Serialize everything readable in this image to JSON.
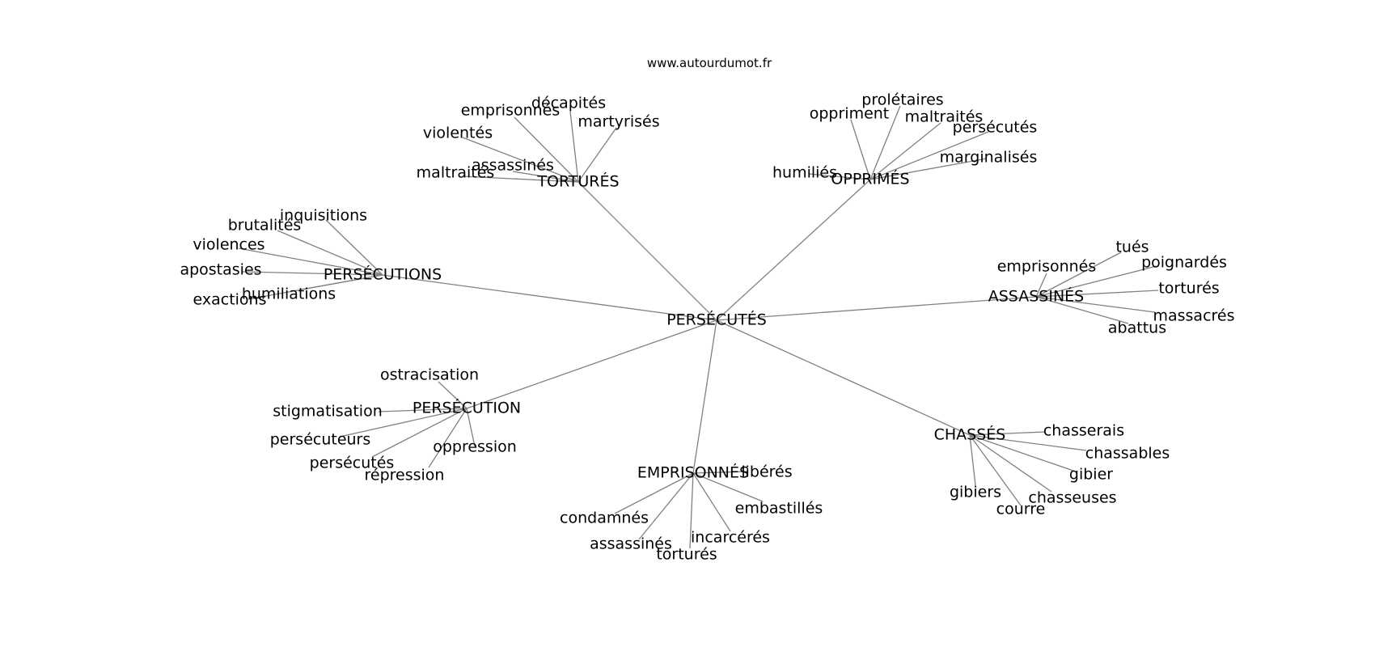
{
  "site": "www.autourdumot.fr",
  "center": "PERSÉCUTÉS",
  "hubs": [
    {
      "key": "tortures",
      "label": "TORTURÉS",
      "leaves": [
        {
          "key": "emprisonnes",
          "label": "emprisonnés"
        },
        {
          "key": "decapites",
          "label": "décapités"
        },
        {
          "key": "martyrises",
          "label": "martyrisés"
        },
        {
          "key": "violentes",
          "label": "violentés"
        },
        {
          "key": "assassines",
          "label": "assassinés"
        },
        {
          "key": "maltraites",
          "label": "maltraités"
        }
      ]
    },
    {
      "key": "opprimes",
      "label": "OPPRIMÉS",
      "leaves": [
        {
          "key": "proletaires",
          "label": "prolétaires"
        },
        {
          "key": "oppriment",
          "label": "oppriment"
        },
        {
          "key": "maltraites",
          "label": "maltraités"
        },
        {
          "key": "persecutes",
          "label": "persécutés"
        },
        {
          "key": "marginalises",
          "label": "marginalisés"
        },
        {
          "key": "humilies",
          "label": "humiliés"
        }
      ]
    },
    {
      "key": "persecutions",
      "label": "PERSÉCUTIONS",
      "leaves": [
        {
          "key": "inquisitions",
          "label": "inquisitions"
        },
        {
          "key": "brutalites",
          "label": "brutalités"
        },
        {
          "key": "violences",
          "label": "violences"
        },
        {
          "key": "apostasies",
          "label": "apostasies"
        },
        {
          "key": "humiliations",
          "label": "humiliations"
        },
        {
          "key": "exactions",
          "label": "exactions"
        }
      ]
    },
    {
      "key": "assassines",
      "label": "ASSASSINÉS",
      "leaves": [
        {
          "key": "tues",
          "label": "tués"
        },
        {
          "key": "emprisonnes",
          "label": "emprisonnés"
        },
        {
          "key": "poignardes",
          "label": "poignardés"
        },
        {
          "key": "tortures",
          "label": "torturés"
        },
        {
          "key": "massacres",
          "label": "massacrés"
        },
        {
          "key": "abattus",
          "label": "abattus"
        }
      ]
    },
    {
      "key": "persecution",
      "label": "PERSÉCUTION",
      "leaves": [
        {
          "key": "ostracisation",
          "label": "ostracisation"
        },
        {
          "key": "stigmatisation",
          "label": "stigmatisation"
        },
        {
          "key": "persecuteurs",
          "label": "persécuteurs"
        },
        {
          "key": "oppression",
          "label": "oppression"
        },
        {
          "key": "persecutes",
          "label": "persécutés"
        },
        {
          "key": "repression",
          "label": "répression"
        }
      ]
    },
    {
      "key": "chasses",
      "label": "CHASSÉS",
      "leaves": [
        {
          "key": "chasserais",
          "label": "chasserais"
        },
        {
          "key": "chassables",
          "label": "chassables"
        },
        {
          "key": "gibier",
          "label": "gibier"
        },
        {
          "key": "gibiers",
          "label": "gibiers"
        },
        {
          "key": "chasseuses",
          "label": "chasseuses"
        },
        {
          "key": "courre",
          "label": "courre"
        }
      ]
    },
    {
      "key": "emprisonnes",
      "label": "EMPRISONNÉS",
      "leaves": [
        {
          "key": "liberes",
          "label": "libérés"
        },
        {
          "key": "condamnes",
          "label": "condamnés"
        },
        {
          "key": "embastilles",
          "label": "embastillés"
        },
        {
          "key": "incarceres",
          "label": "incarcérés"
        },
        {
          "key": "assassines",
          "label": "assassinés"
        },
        {
          "key": "tortures",
          "label": "torturés"
        }
      ]
    }
  ]
}
